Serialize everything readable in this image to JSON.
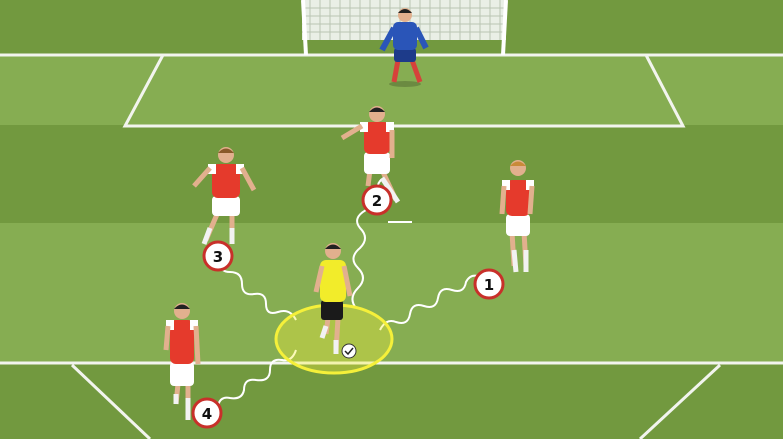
{
  "drill": {
    "markers": [
      {
        "id": "marker-1",
        "label": "1"
      },
      {
        "id": "marker-2",
        "label": "2"
      },
      {
        "id": "marker-3",
        "label": "3"
      },
      {
        "id": "marker-4",
        "label": "4"
      }
    ]
  },
  "colors": {
    "grass_light": "#86ad52",
    "grass_dark": "#72993f",
    "line": "#f2f4ee",
    "attacker_shirt": "#e53a2c",
    "attacker_sleeve": "#ffffff",
    "defender_shirt": "#f2ec2a",
    "goalkeeper_kit": "#2a55b8",
    "highlight_ring": "#f5f03a",
    "marker_ring": "#c8302a",
    "path_line": "#ffffff"
  },
  "entities": [
    "goalkeeper",
    "goal-net",
    "defender-with-ball",
    "ball",
    "attacker-1",
    "attacker-2",
    "attacker-3",
    "attacker-4"
  ]
}
